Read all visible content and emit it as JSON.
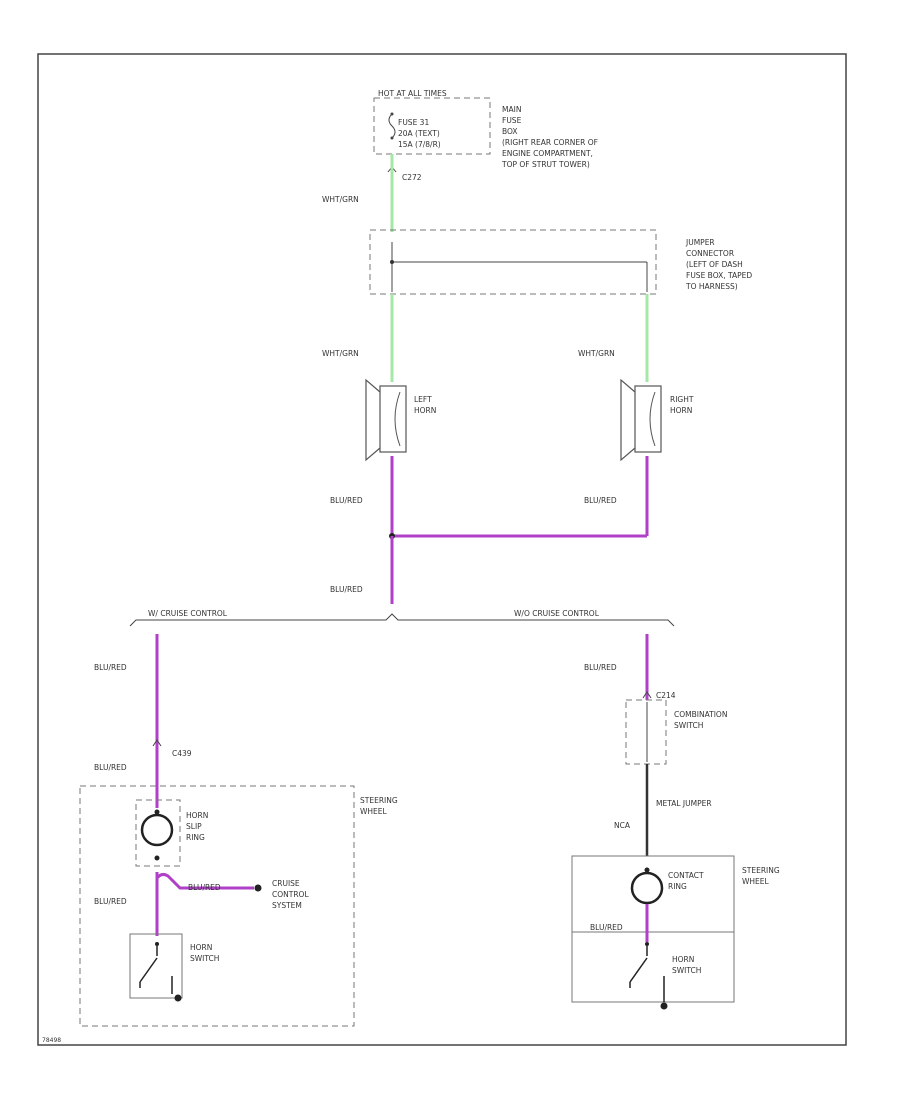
{
  "colors": {
    "power_wire": "#a6e6a6",
    "ground_wire": "#b040c8",
    "frame": "#444444",
    "box": "#888888"
  },
  "fuse": {
    "header": "HOT AT ALL TIMES",
    "lines": [
      "FUSE 31",
      "20A (TEXT)",
      "15A (7/8/R)"
    ],
    "location": [
      "MAIN",
      "FUSE",
      "BOX",
      "(RIGHT REAR CORNER OF",
      "ENGINE COMPARTMENT,",
      "TOP OF STRUT TOWER)"
    ]
  },
  "connector_c272": "C272",
  "jumper": {
    "lines": [
      "JUMPER",
      "CONNECTOR",
      "(LEFT OF DASH",
      "FUSE BOX, TAPED",
      "TO HARNESS)"
    ]
  },
  "wires": {
    "wht_grn_top": "WHT/GRN",
    "wht_grn_left": "WHT/GRN",
    "wht_grn_right": "WHT/GRN",
    "blu_red_left_horn": "BLU/RED",
    "blu_red_right_horn": "BLU/RED",
    "blu_red_center": "BLU/RED",
    "blu_red_branch_left": "BLU/RED",
    "blu_red_branch_right": "BLU/RED",
    "blu_red_c439": "BLU/RED",
    "blu_red_switch_left": "BLU/RED",
    "blu_red_cruise": "BLU/RED",
    "blu_red_switch_right": "BLU/RED",
    "nca": "NCA"
  },
  "left_horn": [
    "LEFT",
    "HORN"
  ],
  "right_horn": [
    "RIGHT",
    "HORN"
  ],
  "branch": {
    "left": "W/ CRUISE CONTROL",
    "right": "W/O CRUISE CONTROL"
  },
  "c439": "C439",
  "c214": "C214",
  "combination_switch": [
    "COMBINATION",
    "SWITCH"
  ],
  "metal_jumper": "METAL JUMPER",
  "steering_left": [
    "STEERING",
    "WHEEL"
  ],
  "steering_right": [
    "STEERING",
    "WHEEL"
  ],
  "horn_slip_ring": [
    "HORN",
    "SLIP",
    "RING"
  ],
  "cruise_control": [
    "CRUISE",
    "CONTROL",
    "SYSTEM"
  ],
  "horn_switch_left": [
    "HORN",
    "SWITCH"
  ],
  "contact_ring": [
    "CONTACT",
    "RING"
  ],
  "horn_switch_right": [
    "HORN",
    "SWITCH"
  ],
  "figure_id": "78498"
}
